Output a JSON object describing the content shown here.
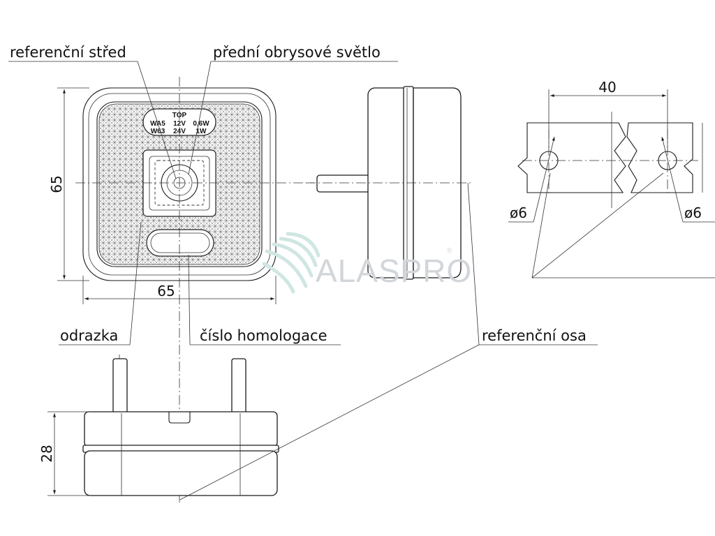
{
  "labels": {
    "reference_center": "referenční střed",
    "front_position_light": "přední obrysové světlo",
    "reflector": "odrazka",
    "homologation_number": "číslo homologace",
    "reference_axis": "referenční osa"
  },
  "dimensions": {
    "height": "65",
    "width": "65",
    "depth": "28",
    "hole_spacing": "40",
    "hole_left": "ø6",
    "hole_right": "ø6"
  },
  "lamp_marking": {
    "top": "TOP",
    "line1_left": "WA5",
    "line1_mid": "12V",
    "line1_right": "0,6W",
    "line2_left": "W63",
    "line2_mid": "24V",
    "line2_right": "1W"
  },
  "watermark": {
    "brand": "ALASPRO",
    "registered": "®"
  },
  "colors": {
    "line": "#1a1a1a",
    "watermark": "#d2d6da",
    "watermark_icon": "#cfe6e3"
  }
}
